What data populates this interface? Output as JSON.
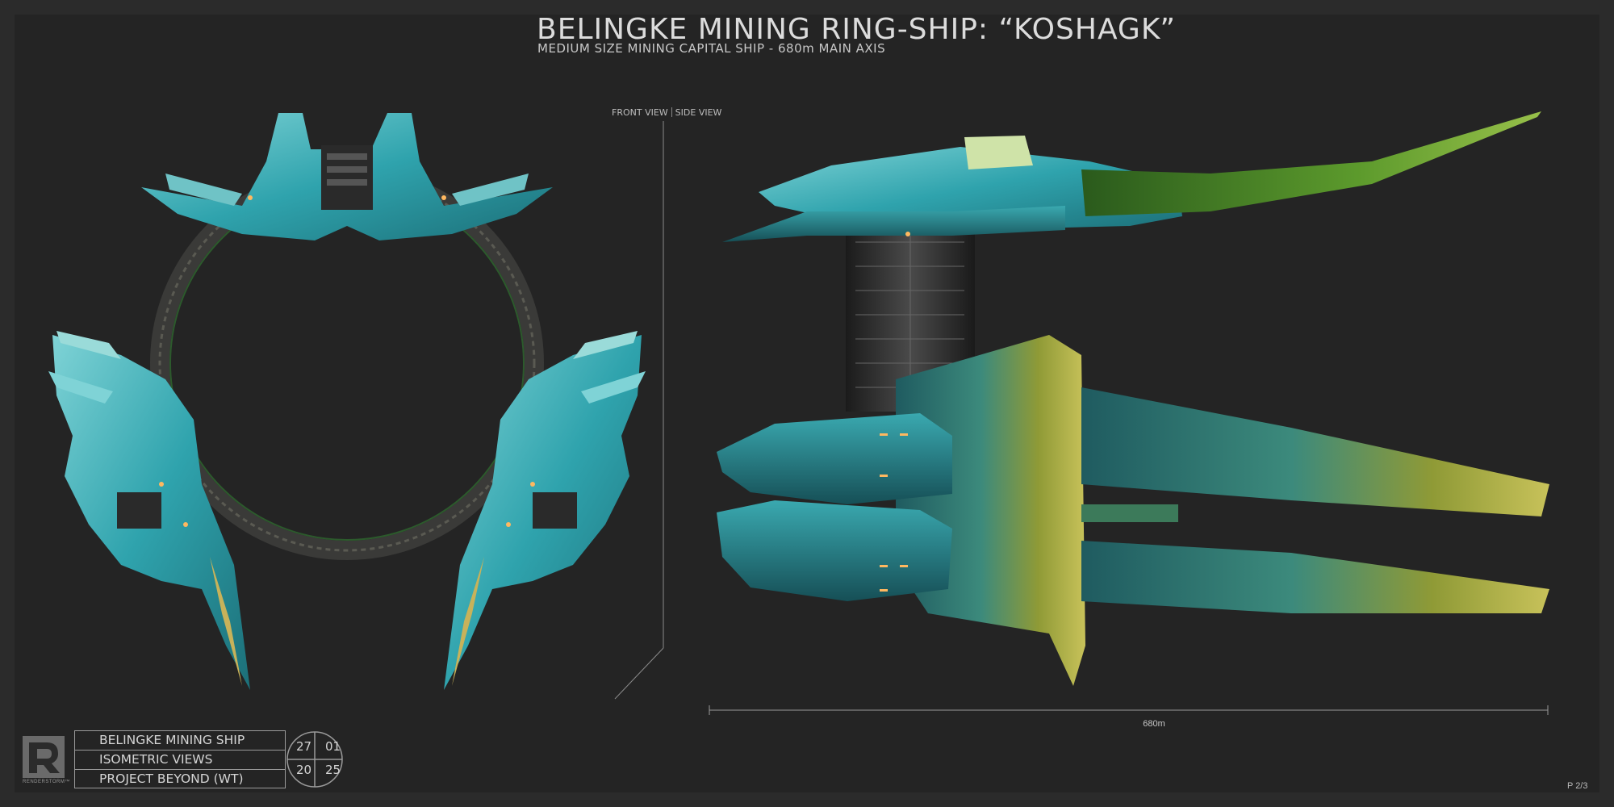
{
  "header": {
    "title": "BELINGKE MINING RING-SHIP: “KOSHAGK”",
    "subtitle": "MEDIUM SIZE MINING CAPITAL SHIP - 680m MAIN AXIS"
  },
  "views": {
    "front_label": "FRONT VIEW",
    "side_label": "SIDE VIEW"
  },
  "dimension": {
    "label": "680m"
  },
  "title_block": {
    "rows": [
      "BELINGKE MINING SHIP",
      "ISOMETRIC VIEWS",
      "PROJECT BEYOND (WT)"
    ],
    "date": {
      "day": "27",
      "month": "01",
      "year_a": "20",
      "year_b": "25"
    }
  },
  "logo": {
    "text": "RENDERSTORM™"
  },
  "page": {
    "number": "P 2/3"
  },
  "colors": {
    "background": "#242424",
    "hull_teal": "#2fa3ad",
    "hull_green": "#4f8a2a",
    "hull_olive": "#9aa235",
    "ring_dark": "#3a3a38"
  }
}
